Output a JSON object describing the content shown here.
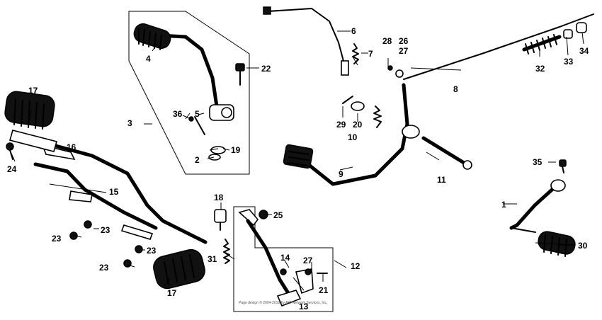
{
  "callouts": {
    "c1": "1",
    "c2": "2",
    "c3": "3",
    "c4": "4",
    "c5": "5",
    "c6": "6",
    "c7": "7",
    "c8": "8",
    "c9": "9",
    "c10": "10",
    "c11": "11",
    "c12": "12",
    "c13": "13",
    "c14": "14",
    "c15": "15",
    "c16": "16",
    "c17a": "17",
    "c17b": "17",
    "c18": "18",
    "c19": "19",
    "c20": "20",
    "c21": "21",
    "c22": "22",
    "c23a": "23",
    "c23b": "23",
    "c23c": "23",
    "c23d": "23",
    "c24": "24",
    "c25": "25",
    "c26": "26",
    "c27a": "27",
    "c27b": "27",
    "c28": "28",
    "c29": "29",
    "c30": "30",
    "c31": "31",
    "c32": "32",
    "c33": "33",
    "c34": "34",
    "c35": "35",
    "c36": "36"
  },
  "copyright": "Page design © 2004-2019 by ARI Network Services, Inc."
}
